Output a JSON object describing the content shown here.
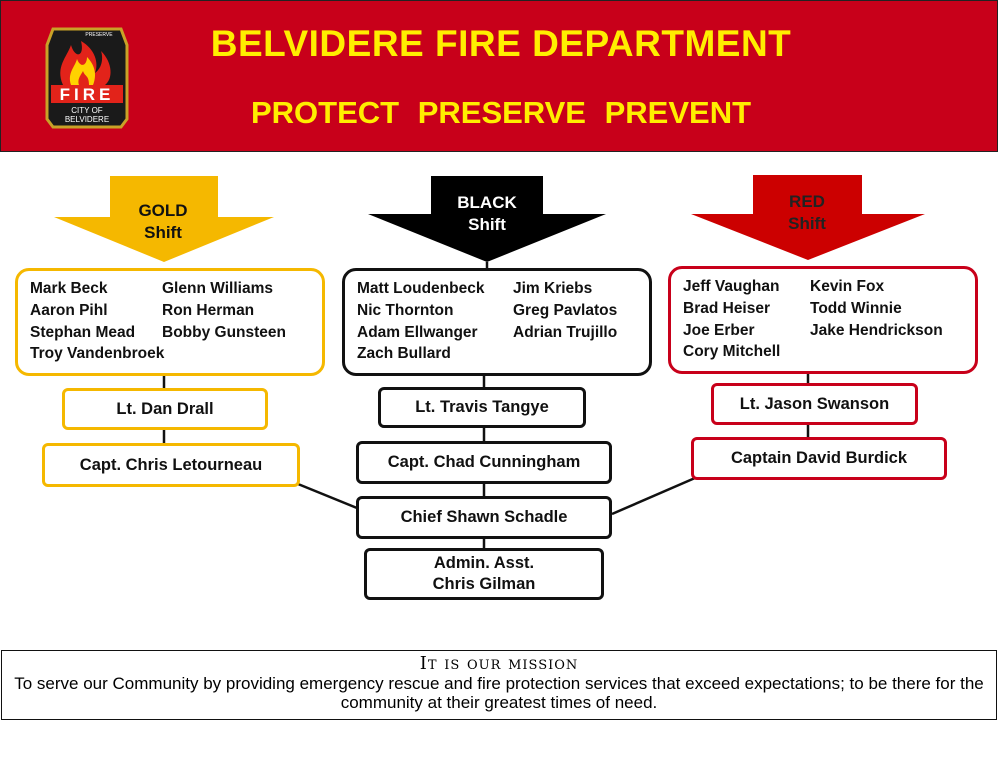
{
  "header": {
    "title": "BELVIDERE FIRE DEPARTMENT",
    "motto": "PROTECT  PRESERVE  PREVENT",
    "logo": {
      "top_text": "PRESERVE",
      "word": "FIRE",
      "sub1": "CITY OF",
      "sub2": "BELVIDERE"
    },
    "colors": {
      "banner": "#c8001a",
      "text": "#ffee00"
    }
  },
  "shifts": {
    "gold": {
      "name": "GOLD",
      "label": "Shift",
      "color": "#f5b800",
      "members": [
        "Mark Beck",
        "Glenn Williams",
        "Aaron Pihl",
        "Ron Herman",
        "Stephan Mead",
        "Bobby Gunsteen",
        "Troy Vandenbroek"
      ],
      "lieutenant": "Lt. Dan Drall",
      "captain": "Capt. Chris Letourneau"
    },
    "black": {
      "name": "BLACK",
      "label": "Shift",
      "color": "#000000",
      "members": [
        "Matt Loudenbeck",
        "Jim Kriebs",
        "Nic Thornton",
        "Greg Pavlatos",
        "Adam Ellwanger",
        "Adrian Trujillo",
        "Zach Bullard"
      ],
      "lieutenant": "Lt. Travis Tangye",
      "captain": "Capt. Chad Cunningham"
    },
    "red": {
      "name": "RED",
      "label": "Shift",
      "color": "#cc0000",
      "members": [
        "Jeff Vaughan",
        "Kevin Fox",
        "Brad Heiser",
        "Todd Winnie",
        "Joe Erber",
        "Jake Hendrickson",
        "Cory Mitchell"
      ],
      "lieutenant": "Lt. Jason Swanson",
      "captain": "Captain David Burdick"
    }
  },
  "chief": "Chief Shawn Schadle",
  "admin": {
    "line1": "Admin. Asst.",
    "line2": "Chris Gilman"
  },
  "mission": {
    "heading": "It is our mission",
    "text": "To serve our Community by providing emergency rescue and fire protection services that exceed expectations; to be there for the community at their greatest times of need."
  }
}
